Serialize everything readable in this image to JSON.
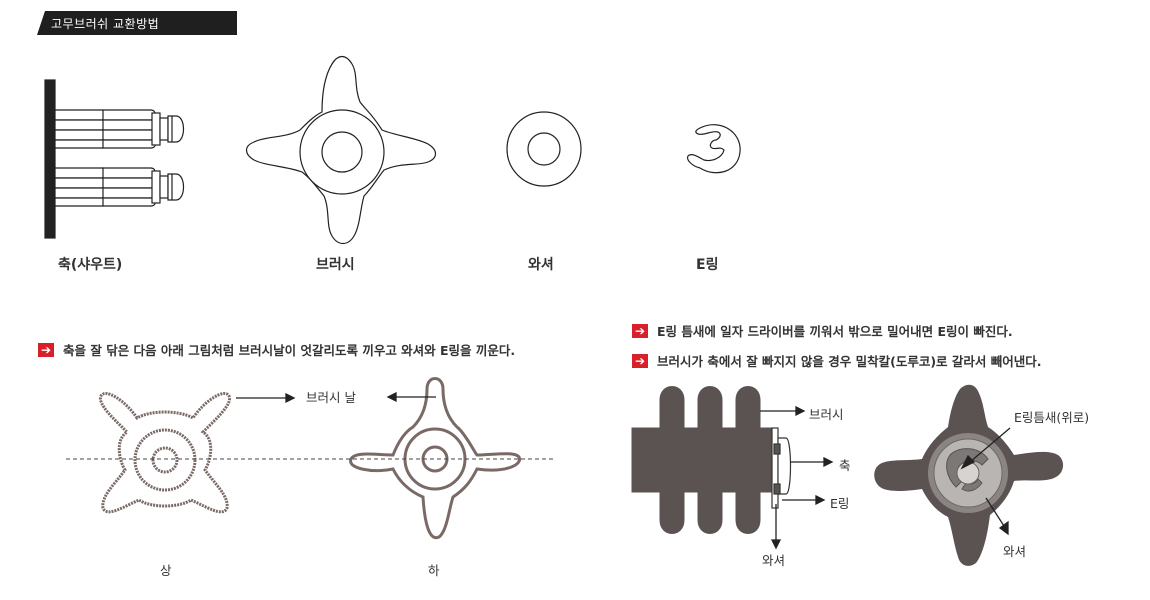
{
  "header": {
    "title": "고무브러쉬 교환방법",
    "color": "#1f1f1f"
  },
  "parts": [
    {
      "label": "축(샤우트)"
    },
    {
      "label": "브러시"
    },
    {
      "label": "와셔"
    },
    {
      "label": "E링"
    }
  ],
  "instructions": {
    "left": "축을 잘 닦은 다음 아래 그림처럼 브러시날이 엇갈리도록 끼우고 와셔와 E링을 끼운다.",
    "right1": "E링 틈새에 일자 드라이버를 끼워서 밖으로 밀어내면 E링이 빠진다.",
    "right2": "브러시가 축에서 잘 빠지지 않을 경우 밀착칼(도루코)로 갈라서 빼어낸다.",
    "arrow_color": "#d8202a"
  },
  "bottom_left": {
    "blade_label": "브러시 날",
    "top_label": "상",
    "bottom_label": "하"
  },
  "bottom_right": {
    "brush_label": "브러시",
    "shaft_label": "축",
    "ering_label": "E링",
    "washer_label": "와셔",
    "ering_gap_label": "E링틈새(위로)",
    "washer_label2": "와셔",
    "fill_color": "#5a5352"
  }
}
